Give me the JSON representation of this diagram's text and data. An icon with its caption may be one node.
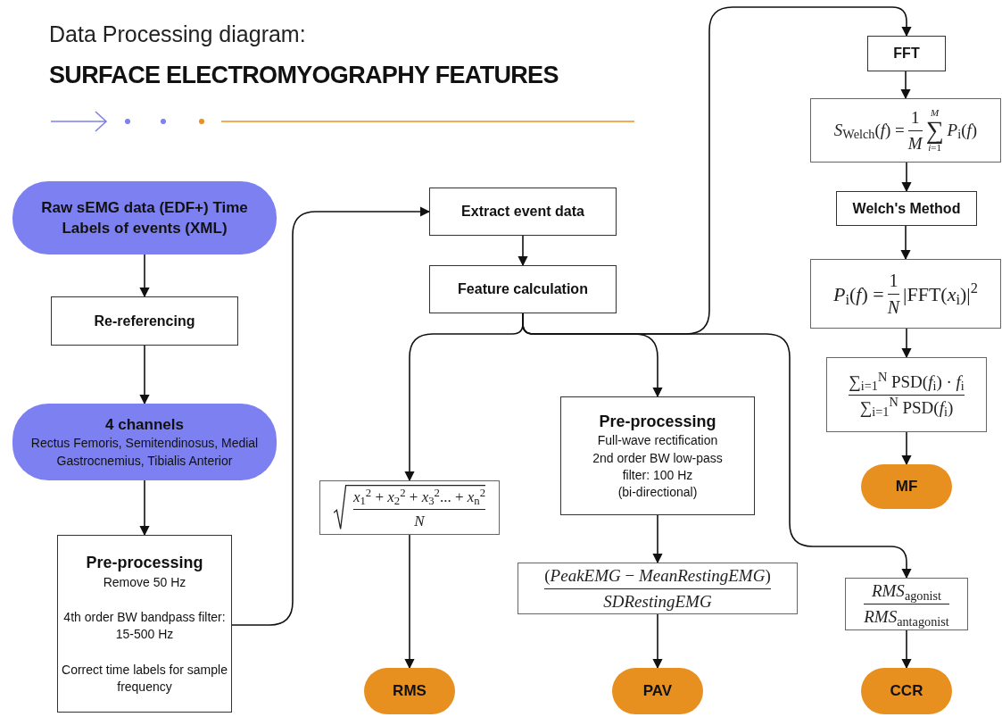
{
  "diagram": {
    "title": "SURFACE ELECTROMYOGRAPHY FEATURES",
    "nodes": [
      {
        "text": [
          "Raw sEMG data (EDF+) Time Labels of events (XML)"
        ]
      },
      {
        "text": [
          "Re-referencing"
        ]
      },
      {
        "text": [
          "4 channels",
          "Rectus Femoris, Semitendinosus, Medial Gastrocnemius, Tibialis Anterior"
        ]
      },
      {
        "text": [
          "Pre-processing",
          "Remove 50 Hz",
          "4th order BW bandpass filter: 15-500 Hz",
          "Correct time labels for sample frequency"
        ]
      },
      {
        "text": [
          "Extract event data"
        ]
      },
      {
        "text": [
          "Feature calculation"
        ]
      },
      {
        "text": [
          "*x*$_{1}$$^{2}$ + *x*$_{2}$$^{2}$ + *x*$_{3}$$^{2}$... + *x*$_{n}$$^{2}$",
          "*N*"
        ]
      },
      {
        "text": [
          "Pre-processing",
          "Full-wave rectification",
          "2nd order BW low-pass filter: 100 Hz",
          "(bi-directional)"
        ]
      },
      {
        "text": [
          "(*PeakEMG* − *MeanRestingEMG*)",
          "*SDRestingEMG*"
        ]
      },
      {
        "text": [
          "FFT"
        ]
      },
      {
        "text": [
          "*S*$_{Welch}$(*f*) =",
          "1",
          "*M*",
          "*M*",
          "∑",
          "*i*=1",
          "*P*$_{i}$(*f*)"
        ]
      },
      {
        "text": [
          "Welch's Method"
        ]
      },
      {
        "text": [
          "*P*$_{i}$(*f*) =",
          "1",
          "*N*",
          "|FFT(*x*$_{i}$)|$^{2}$"
        ]
      },
      {
        "text": [
          "∑$_{i=1}$$^{N}$ PSD(*f*$_{i}$) · *f*$_{i}$",
          "∑$_{i=1}$$^{N}$ PSD(*f*$_{i}$)"
        ]
      },
      {
        "text": [
          "MF"
        ]
      },
      {
        "text": [
          "RMS"
        ]
      },
      {
        "text": [
          "PAV"
        ]
      },
      {
        "text": [
          "*RMS*$_{agonist}$",
          "*RMS*$_{antagonist}$"
        ]
      },
      {
        "text": [
          "CCR"
        ]
      }
    ],
    "edges": [
      {
        "from": 0,
        "to": 1,
        "arrow": "to"
      },
      {
        "from": 1,
        "to": 2,
        "arrow": "to"
      },
      {
        "from": 2,
        "to": 3,
        "arrow": "to"
      },
      {
        "from": 3,
        "to": 4,
        "arrow": "to"
      },
      {
        "from": 4,
        "to": 5,
        "arrow": "to"
      },
      {
        "from": 5,
        "to": 6,
        "arrow": "to"
      },
      {
        "from": 5,
        "to": 7,
        "arrow": "to"
      },
      {
        "from": 5,
        "to": 17,
        "arrow": "to"
      },
      {
        "from": 5,
        "to": 9,
        "arrow": "to"
      },
      {
        "from": 9,
        "to": 10,
        "arrow": "to"
      },
      {
        "from": 10,
        "to": 11,
        "arrow": "to"
      },
      {
        "from": 11,
        "to": 12,
        "arrow": "to"
      },
      {
        "from": 12,
        "to": 13,
        "arrow": "to"
      },
      {
        "from": 13,
        "to": 14,
        "arrow": "to"
      },
      {
        "from": 6,
        "to": 15,
        "arrow": "to"
      },
      {
        "from": 7,
        "to": 8,
        "arrow": "to"
      },
      {
        "from": 8,
        "to": 16,
        "arrow": "to"
      },
      {
        "from": 17,
        "to": 18,
        "arrow": "to"
      }
    ],
    "labels": [
      "Data Processing diagram:"
    ]
  }
}
